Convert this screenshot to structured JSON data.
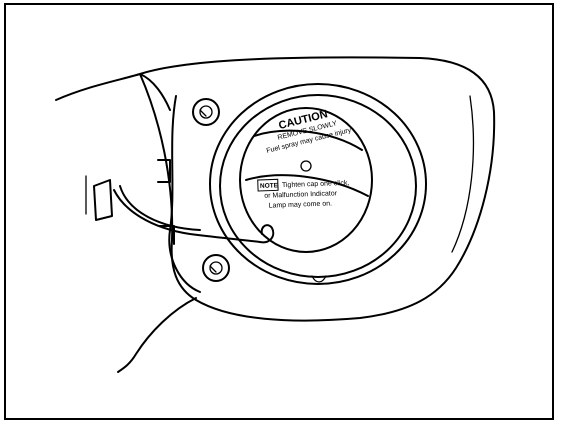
{
  "cap_label": {
    "caution_title": "CAUTION",
    "caution_line1": "REMOVE SLOWLY",
    "caution_line2": "Fuel spray may cause injury",
    "note_badge": "NOTE",
    "note_line1": "Tighten cap one click,",
    "note_line2": "or Malfunction Indicator",
    "note_line3": "Lamp may come on."
  }
}
